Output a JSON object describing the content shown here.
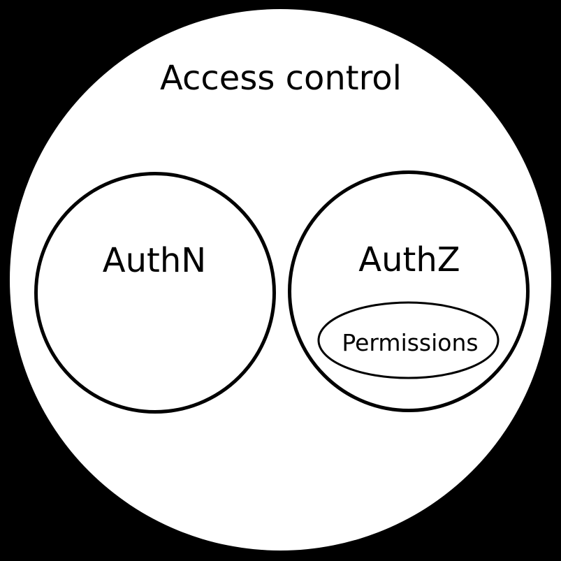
{
  "venn": {
    "outer": {
      "label": "Access control"
    },
    "children": [
      {
        "label": "AuthN",
        "children": []
      },
      {
        "label": "AuthZ",
        "children": [
          {
            "label": "Permissions"
          }
        ]
      }
    ]
  },
  "colors": {
    "background": "#000000",
    "set_fill": "#ffffff",
    "set_stroke": "#000000",
    "text": "#000000"
  }
}
